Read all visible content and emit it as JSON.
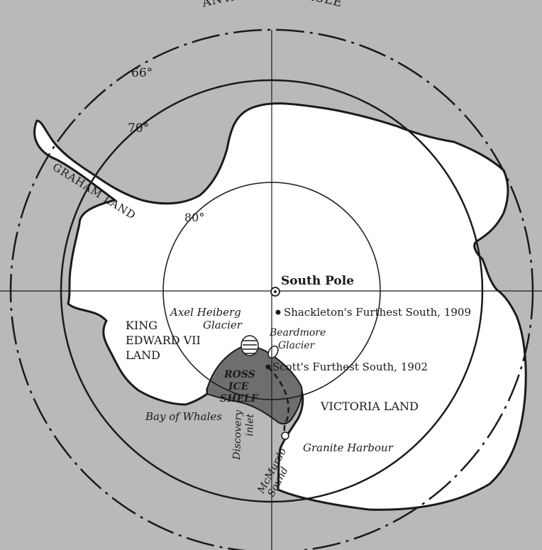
{
  "map": {
    "antarctic_circle": "ANTARCTIC CIRCLE",
    "latitudes": {
      "lat66": "66°",
      "lat70": "70°",
      "lat80": "80°"
    },
    "places": {
      "south_pole": "South Pole",
      "graham_land": "GRAHAM LAND",
      "king_edward_line1": "KING",
      "king_edward_line2": "EDWARD VII",
      "king_edward_line3": "LAND",
      "victoria_land": "VICTORIA LAND",
      "ross_line1": "ROSS",
      "ross_line2": "ICE",
      "ross_line3": "SHELF",
      "axel_line1": "Axel Heiberg",
      "axel_line2": "Glacier",
      "beardmore_line1": "Beardmore",
      "beardmore_line2": "Glacier",
      "bay_of_whales": "Bay of Whales",
      "discovery_line1": "Discovery",
      "discovery_line2": "inlet",
      "mcmurdo_line1": "McMurdo",
      "mcmurdo_line2": "Sound",
      "granite_harbour": "Granite Harbour"
    },
    "markers": {
      "shackleton": "Shackleton's Furthest South, 1909",
      "scott": "Scott's Furthest South, 1902"
    },
    "colors": {
      "ocean": "#b9b9b9",
      "land": "#ffffff",
      "ice_shelf": "#6e6e6e",
      "ink": "#1a1a1a"
    }
  }
}
